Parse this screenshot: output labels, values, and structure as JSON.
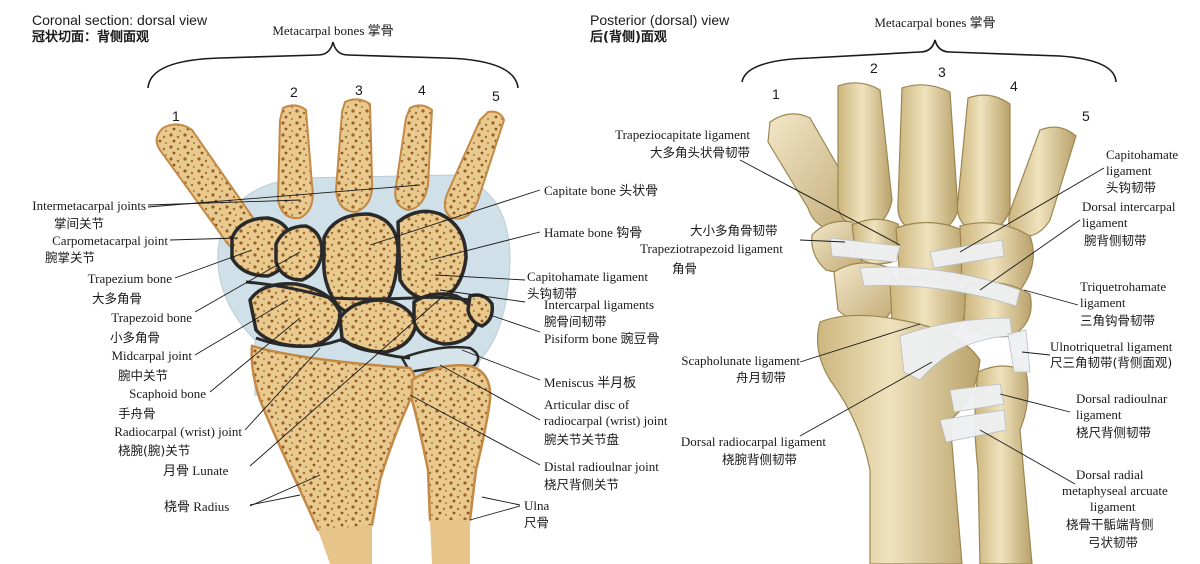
{
  "left": {
    "title_en": "Coronal section: dorsal view",
    "title_cn": "冠状切面：背侧面观",
    "header": "Metacarpal bones 掌骨",
    "numbers": [
      "1",
      "2",
      "3",
      "4",
      "5"
    ],
    "labels": {
      "intermetacarpal_en": "Intermetacarpal joints",
      "intermetacarpal_cn": "掌间关节",
      "carpometacarpal_en": "Carpometacarpal joint",
      "carpometacarpal_cn": "腕掌关节",
      "trapezium_en": "Trapezium bone",
      "trapezium_cn": "大多角骨",
      "trapezoid_en": "Trapezoid bone",
      "trapezoid_cn": "小多角骨",
      "midcarpal_en": "Midcarpal joint",
      "midcarpal_cn": "腕中关节",
      "scaphoid_en": "Scaphoid bone",
      "scaphoid_cn": "手舟骨",
      "radiocarpal_en": "Radiocarpal (wrist) joint",
      "radiocarpal_cn": "桡腕(腕)关节",
      "lunate": "月骨 Lunate",
      "radius": "桡骨 Radius",
      "capitate": "Capitate bone 头状骨",
      "hamate": "Hamate bone 钩骨",
      "capitohamate_en": "Capitohamate ligament",
      "capitohamate_cn": "头钩韧带",
      "intercarpal_en": "Intercarpal ligaments",
      "intercarpal_cn": "腕骨间韧带",
      "pisiform": "Pisiform bone 豌豆骨",
      "meniscus": "Meniscus 半月板",
      "articular_disc_en1": "Articular disc of",
      "articular_disc_en2": "radiocarpal (wrist) joint",
      "articular_disc_cn": "腕关节关节盘",
      "distal_radioulnar_en": "Distal radioulnar joint",
      "distal_radioulnar_cn": "桡尺背侧关节",
      "ulna_en": "Ulna",
      "ulna_cn": "尺骨"
    }
  },
  "right": {
    "title_en": "Posterior (dorsal) view",
    "title_cn": "后(背侧)面观",
    "header": "Metacarpal bones 掌骨",
    "numbers": [
      "1",
      "2",
      "3",
      "4",
      "5"
    ],
    "labels": {
      "trapeziocapitate_en": "Trapeziocapitate ligament",
      "trapeziocapitate_cn": "大多角头状骨韧带",
      "trapeziotrapezoid_cn1": "大小多角骨韧带",
      "trapeziotrapezoid_en": "Trapeziotrapezoid ligament",
      "trapeziotrapezoid_cn2": "角骨",
      "scapholunate_en": "Scapholunate ligament",
      "scapholunate_cn": "舟月韧带",
      "dorsal_radiocarpal_en": "Dorsal radiocarpal ligament",
      "dorsal_radiocarpal_cn": "桡腕背侧韧带",
      "capitohamate_en1": "Capitohamate",
      "capitohamate_en2": "ligament",
      "capitohamate_cn": "头钩韧带",
      "dorsal_intercarpal_en1": "Dorsal intercarpal",
      "dorsal_intercarpal_en2": "ligament",
      "dorsal_intercarpal_cn": "腕背侧韧带",
      "triquetrohamate_en1": "Triquetrohamate",
      "triquetrohamate_en2": "ligament",
      "triquetrohamate_cn": "三角钩骨韧带",
      "ulnotriquetral_en": "Ulnotriquetral ligament",
      "ulnotriquetral_cn": "尺三角韧带(背侧面观)",
      "dorsal_radioulnar_en1": "Dorsal radioulnar",
      "dorsal_radioulnar_en2": "ligament",
      "dorsal_radioulnar_cn": "桡尺背侧韧带",
      "dorsal_radial_en1": "Dorsal radial",
      "dorsal_radial_en2": "metaphyseal arcuate",
      "dorsal_radial_en3": "ligament",
      "dorsal_radial_cn1": "桡骨干骺端背侧",
      "dorsal_radial_cn2": "弓状韧带"
    }
  },
  "colors": {
    "bone_fill": "#e8c98e",
    "bone_light": "#f1dcaf",
    "bone_dark": "#b98a4e",
    "cortex": "#c48a45",
    "marrow_dot": "#9c5f2a",
    "joint_line": "#2a2a2a",
    "cartilage": "#c9dce6",
    "ligament": "#eef0f2",
    "leader": "#1a1a1a",
    "dorsal_bone": "#e3d2a4",
    "dorsal_shadow": "#a8935e"
  }
}
